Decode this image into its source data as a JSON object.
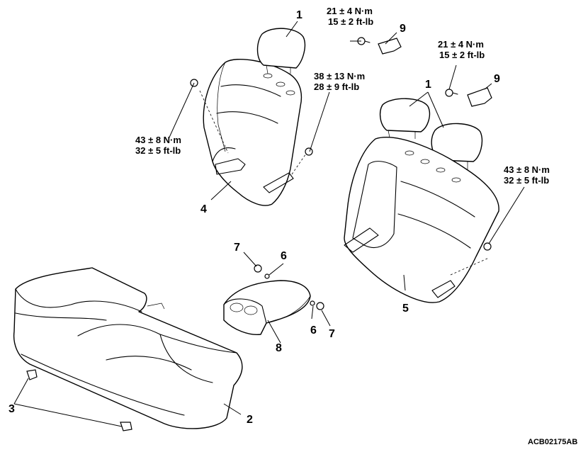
{
  "callouts": {
    "c1a": "1",
    "c1b": "1",
    "c2": "2",
    "c3": "3",
    "c4": "4",
    "c5": "5",
    "c6a": "6",
    "c6b": "6",
    "c7a": "7",
    "c7b": "7",
    "c8": "8",
    "c9a": "9",
    "c9b": "9"
  },
  "torques": {
    "t1_nm": "21 ± 4 N·m",
    "t1_ftlb": "15 ± 2 ft-lb",
    "t2_nm": "21 ± 4 N·m",
    "t2_ftlb": "15 ± 2 ft-lb",
    "t3_nm": "38 ± 13 N·m",
    "t3_ftlb": "28 ± 9 ft-lb",
    "t4_nm": "43 ± 8 N·m",
    "t4_ftlb": "32 ± 5 ft-lb",
    "t5_nm": "43 ± 8 N·m",
    "t5_ftlb": "32 ± 5 ft-lb"
  },
  "figure_code": "ACB02175AB"
}
